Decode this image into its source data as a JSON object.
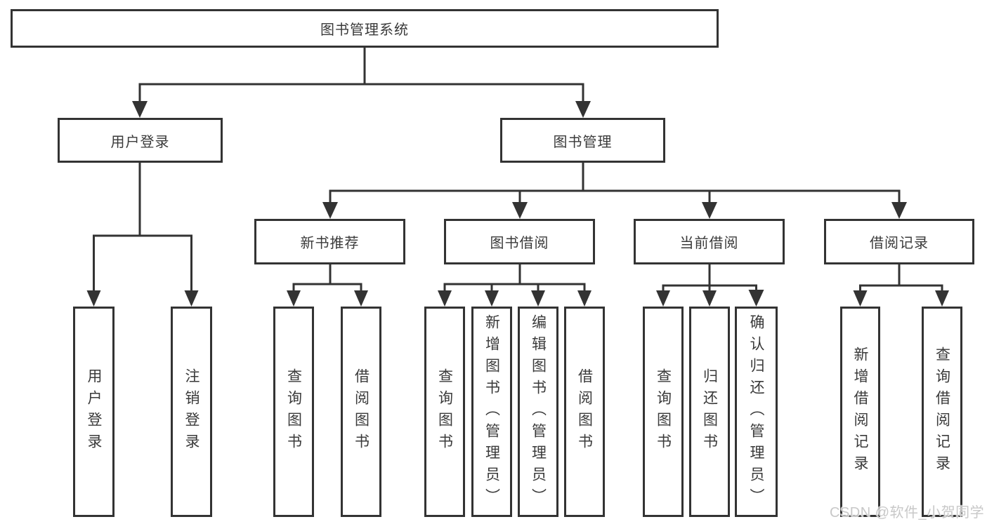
{
  "diagram": {
    "root": {
      "label": "图书管理系统"
    },
    "level2": [
      {
        "label": "用户登录"
      },
      {
        "label": "图书管理"
      }
    ],
    "level3": [
      {
        "label": "新书推荐"
      },
      {
        "label": "图书借阅"
      },
      {
        "label": "当前借阅"
      },
      {
        "label": "借阅记录"
      }
    ],
    "leaves": {
      "user_login": [
        "用户登录",
        "注销登录"
      ],
      "new_book_recommendation": [
        "查询图书",
        "借阅图书"
      ],
      "book_borrowing": [
        "查询图书",
        "新增图书（管理员）",
        "编辑图书（管理员）",
        "借阅图书"
      ],
      "current_borrowing": [
        "查询图书",
        "归还图书",
        "确认归还（管理员）"
      ],
      "borrowing_records": [
        "新增借阅记录",
        "查询借阅记录"
      ]
    }
  },
  "watermark": {
    "text": "CSDN @软件_小贺同学"
  },
  "colors": {
    "line": "#333333",
    "text": "#3a3a3a",
    "background": "#ffffff",
    "watermark": "#c5c5c5"
  }
}
